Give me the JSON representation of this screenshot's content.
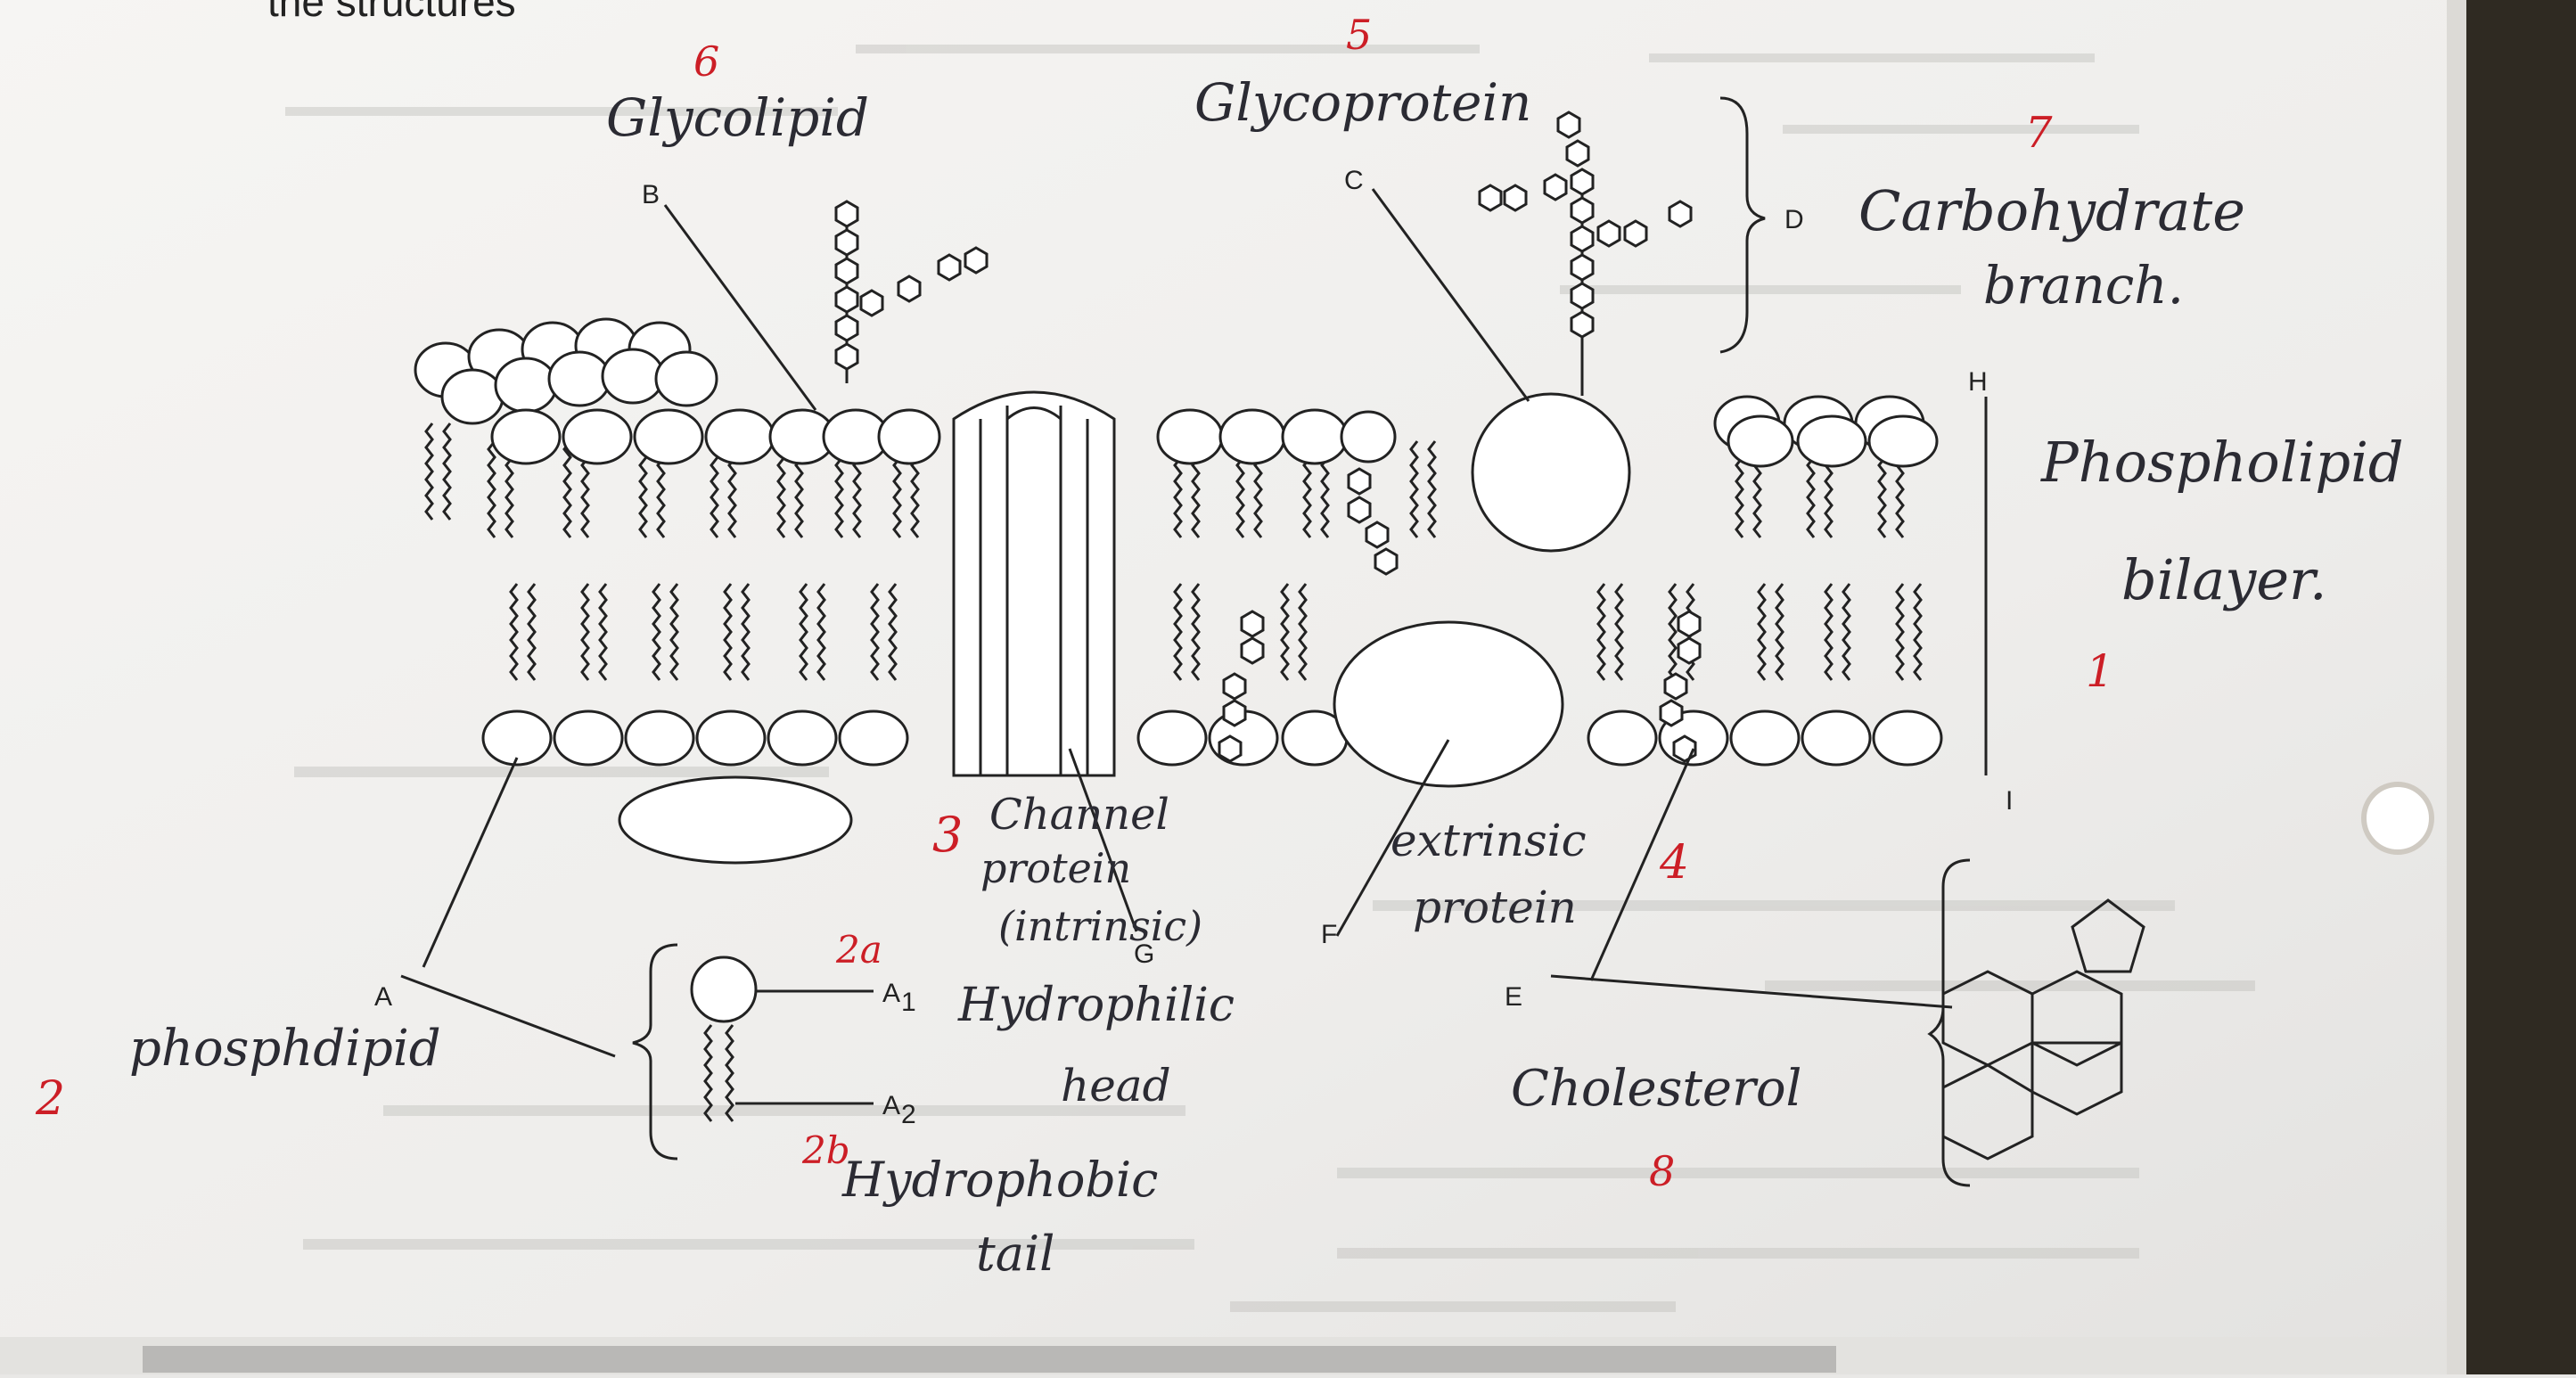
{
  "header": {
    "cut_text": "the structures"
  },
  "letters": {
    "A": "A",
    "A1": "A",
    "A1_sub": "1",
    "A2": "A",
    "A2_sub": "2",
    "B": "B",
    "C": "C",
    "D": "D",
    "E": "E",
    "F": "F",
    "G": "G",
    "H": "H",
    "I": "I"
  },
  "handwriting": {
    "glycolipid": "Glycolipid",
    "glycoprotein": "Glycoprotein",
    "carbohydrate_1": "Carbohydrate",
    "carbohydrate_2": "branch.",
    "phospholipid_1": "Phospholipid",
    "phospholipid_2": "bilayer.",
    "channel_1": "Channel",
    "channel_2": "protein",
    "channel_3": "(intrinsic)",
    "extrinsic_1": "extrinsic",
    "extrinsic_2": "protein",
    "phosphdipid": "phosphdipid",
    "hydrophilic_1": "Hydrophilic",
    "hydrophilic_2": "head",
    "hydrophobic_1": "Hydrophobic",
    "hydrophobic_2": "tail",
    "cholesterol": "Cholesterol"
  },
  "numbers": {
    "n6": "6",
    "n5": "5",
    "n7": "7",
    "n1": "1",
    "n3": "3",
    "n4": "4",
    "n2": "2",
    "n2a": "2a",
    "n2b": "2b",
    "n8": "8"
  },
  "colors": {
    "paper": "#f4f3f0",
    "ink": "#2b2b33",
    "red_ink": "#cc1e26",
    "print": "#222222"
  }
}
